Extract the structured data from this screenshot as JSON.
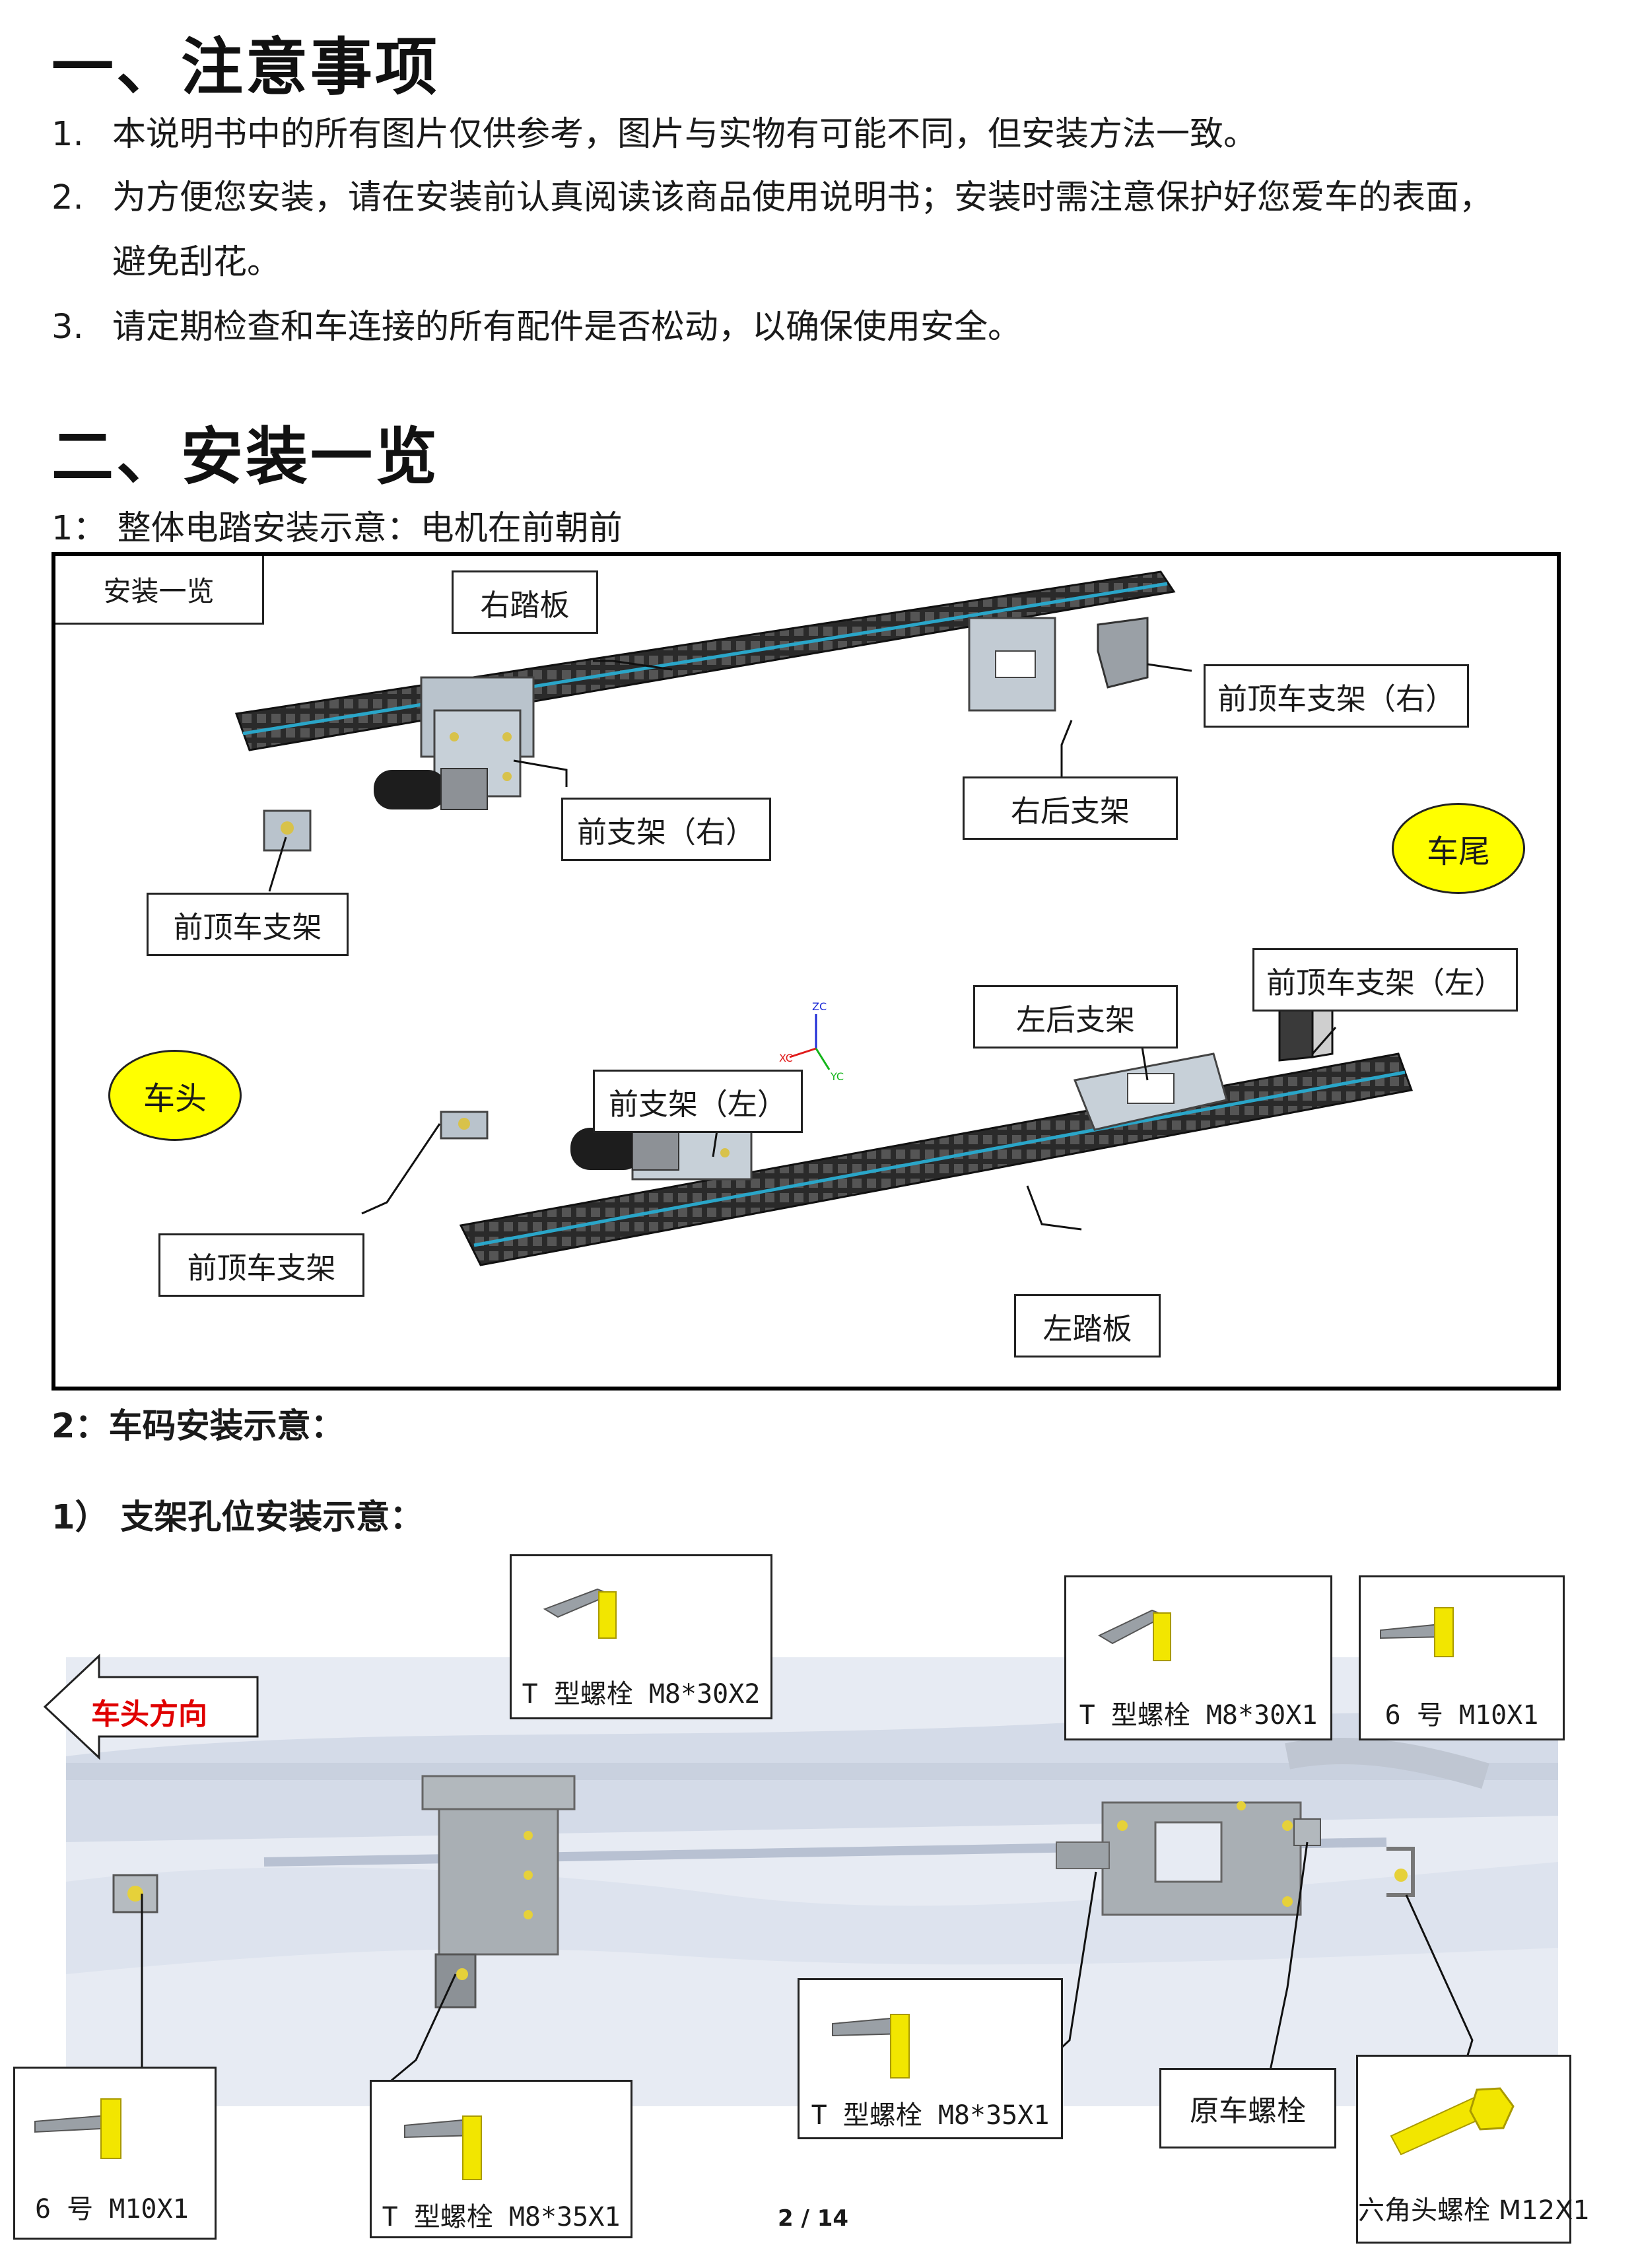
{
  "section1": {
    "heading": "一、注意事项",
    "items": [
      {
        "n": "1.",
        "text": "本说明书中的所有图片仅供参考，图片与实物有可能不同，但安装方法一致。"
      },
      {
        "n": "2.",
        "text": "为方便您安装，请在安装前认真阅读该商品使用说明书；安装时需注意保护好您爱车的表面，",
        "text2": "避免刮花。"
      },
      {
        "n": "3.",
        "text": "请定期检查和车连接的所有配件是否松动，以确保使用安全。"
      }
    ]
  },
  "section2": {
    "heading": "二、安装一览",
    "sub1": "1：  整体电踏安装示意：电机在前朝前",
    "overview": {
      "title": "安装一览",
      "labels": {
        "right_board": "右踏板",
        "front_top_right": "前顶车支架（右）",
        "right_rear": "右后支架",
        "front_bracket_right": "前支架（右）",
        "front_top": "前顶车支架",
        "front_top_left": "前顶车支架（左）",
        "left_rear": "左后支架",
        "front_bracket_left": "前支架（左）",
        "front_top_2": "前顶车支架",
        "left_board": "左踏板"
      },
      "tail": "车尾",
      "head": "车头",
      "axes": {
        "zc": "ZC",
        "yc": "YC",
        "xc": "XC"
      }
    },
    "sub2": "2：车码安装示意：",
    "sub3": "1）    支架孔位安装示意：",
    "direction": "车头方向",
    "bolts": {
      "t_m8_30x2": "T 型螺栓 M8*30X2",
      "t_m8_30x1": "T 型螺栓 M8*30X1",
      "no6_m10_top": "6 号 M10X1",
      "no6_m10_bottom": "6 号 M10X1",
      "t_m8_35x1_a": "T 型螺栓 M8*35X1",
      "t_m8_35x1_b": "T 型螺栓 M8*35X1",
      "original_bolt": "原车螺栓",
      "hex_m12": "六角头螺栓 M12X1"
    }
  },
  "footer": {
    "page": "2 / 14"
  },
  "colors": {
    "accent_yellow": "#ffff00",
    "direction_red": "#e00000",
    "bolt_yellow": "#f2e600"
  }
}
